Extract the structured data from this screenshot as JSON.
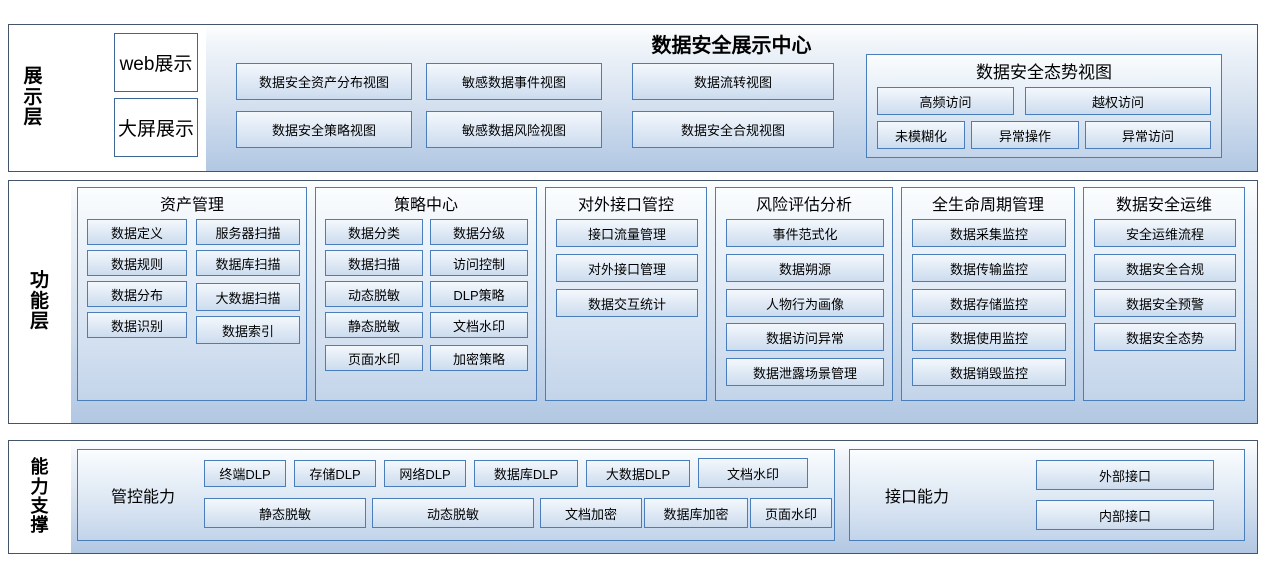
{
  "diagram": {
    "title": "数据安全展示中心",
    "layers": [
      {
        "name": "展示层",
        "label_chars": [
          "展",
          "示",
          "层"
        ]
      },
      {
        "name": "功能层",
        "label_chars": [
          "功",
          "能",
          "层"
        ]
      },
      {
        "name": "能力支撑",
        "label_chars": [
          "能",
          "力",
          "支",
          "撑"
        ]
      }
    ]
  },
  "display_layer": {
    "left_boxes": [
      "web展示",
      "大屏展示"
    ],
    "views_col1": [
      "数据安全资产分布视图",
      "数据安全策略视图"
    ],
    "views_col2": [
      "敏感数据事件视图",
      "敏感数据风险视图"
    ],
    "views_col3": [
      "数据流转视图",
      "数据安全合规视图"
    ],
    "situation": {
      "title": "数据安全态势视图",
      "row1": [
        "高频访问",
        "越权访问"
      ],
      "row2": [
        "未模糊化",
        "异常操作",
        "异常访问"
      ]
    }
  },
  "function_layer": {
    "panels": [
      {
        "title": "资产管理",
        "col_left": [
          "数据定义",
          "数据规则",
          "数据分布",
          "数据识别"
        ],
        "col_right": [
          "服务器扫描",
          "数据库扫描",
          "大数据扫描",
          "数据索引"
        ]
      },
      {
        "title": "策略中心",
        "col_left": [
          "数据分类",
          "数据扫描",
          "动态脱敏",
          "静态脱敏",
          "页面水印"
        ],
        "col_right": [
          "数据分级",
          "访问控制",
          "DLP策略",
          "文档水印",
          "加密策略"
        ]
      },
      {
        "title": "对外接口管控",
        "items": [
          "接口流量管理",
          "对外接口管理",
          "数据交互统计"
        ]
      },
      {
        "title": "风险评估分析",
        "items": [
          "事件范式化",
          "数据朔源",
          "人物行为画像",
          "数据访问异常",
          "数据泄露场景管理"
        ]
      },
      {
        "title": "全生命周期管理",
        "items": [
          "数据采集监控",
          "数据传输监控",
          "数据存储监控",
          "数据使用监控",
          "数据销毁监控"
        ]
      },
      {
        "title": "数据安全运维",
        "items": [
          "安全运维流程",
          "数据安全合规",
          "数据安全预警",
          "数据安全态势"
        ]
      }
    ]
  },
  "support_layer": {
    "control": {
      "label": "管控能力",
      "row1": [
        "终端DLP",
        "存储DLP",
        "网络DLP",
        "数据库DLP",
        "大数据DLP",
        "文档水印"
      ],
      "row2": [
        "静态脱敏",
        "动态脱敏",
        "文档加密",
        "数据库加密",
        "页面水印"
      ]
    },
    "interface": {
      "label": "接口能力",
      "items": [
        "外部接口",
        "内部接口"
      ]
    }
  },
  "colors": {
    "frame_border": "#44546a",
    "box_border": "#4a7ebb",
    "panel_bg_top": "#fbfdfe",
    "panel_bg_bottom": "#c3d4ea",
    "text": "#000000"
  }
}
